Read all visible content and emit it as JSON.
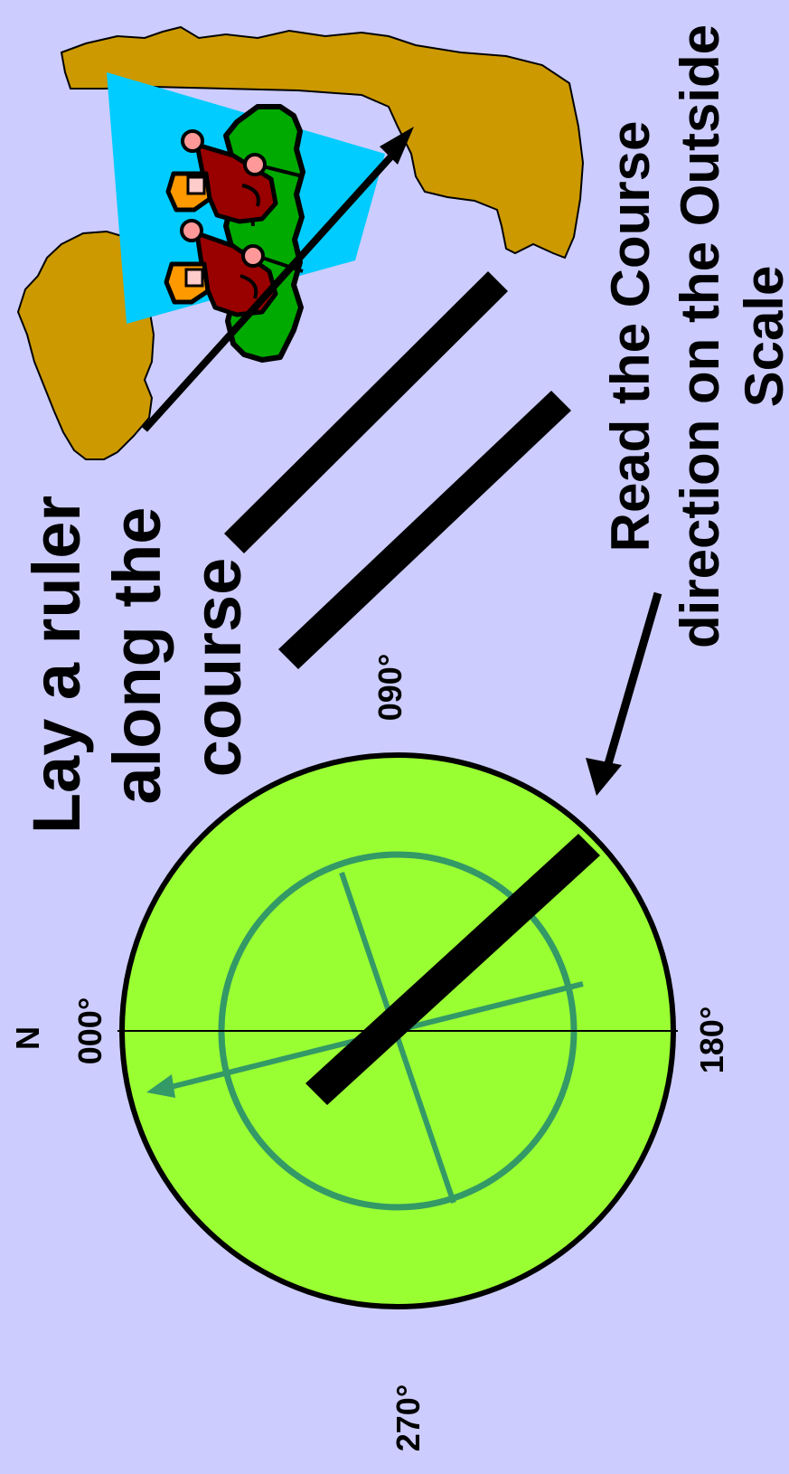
{
  "slide": {
    "background_color": "#ccccff",
    "instruction_1": {
      "lines": [
        "Lay a ruler",
        "along the",
        "course"
      ]
    },
    "instruction_2": {
      "lines": [
        "Read the Course",
        "direction on the Outside",
        "Scale"
      ]
    },
    "compass": {
      "north_letter": "N",
      "bearing_labels": {
        "north": "000°",
        "east": "090°",
        "south": "180°",
        "west": "270°"
      },
      "outer_fill": "#99ff33",
      "inner_ring_color": "#339966"
    },
    "map": {
      "land_color": "#cc9900",
      "water_color": "#00ccff",
      "tree_color": "#00aa00",
      "icons": [
        "island-map",
        "rowers-icon",
        "course-arrow-icon"
      ]
    },
    "ruler_color": "#000000"
  }
}
